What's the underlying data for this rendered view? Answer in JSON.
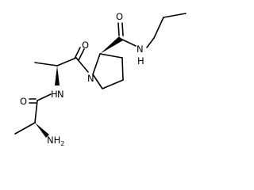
{
  "structure": {
    "atoms": {
      "o_top": "O",
      "nh_amide_right": "N",
      "h_amide_right": "H",
      "o_left": "O",
      "n_ring": "N",
      "o_mid": "O",
      "hn_amide_left": "H",
      "n_amide_left": "N",
      "nh2": "NH",
      "nh2_sub": "2"
    },
    "bond_color": "#000000",
    "label_color": "#000000"
  }
}
